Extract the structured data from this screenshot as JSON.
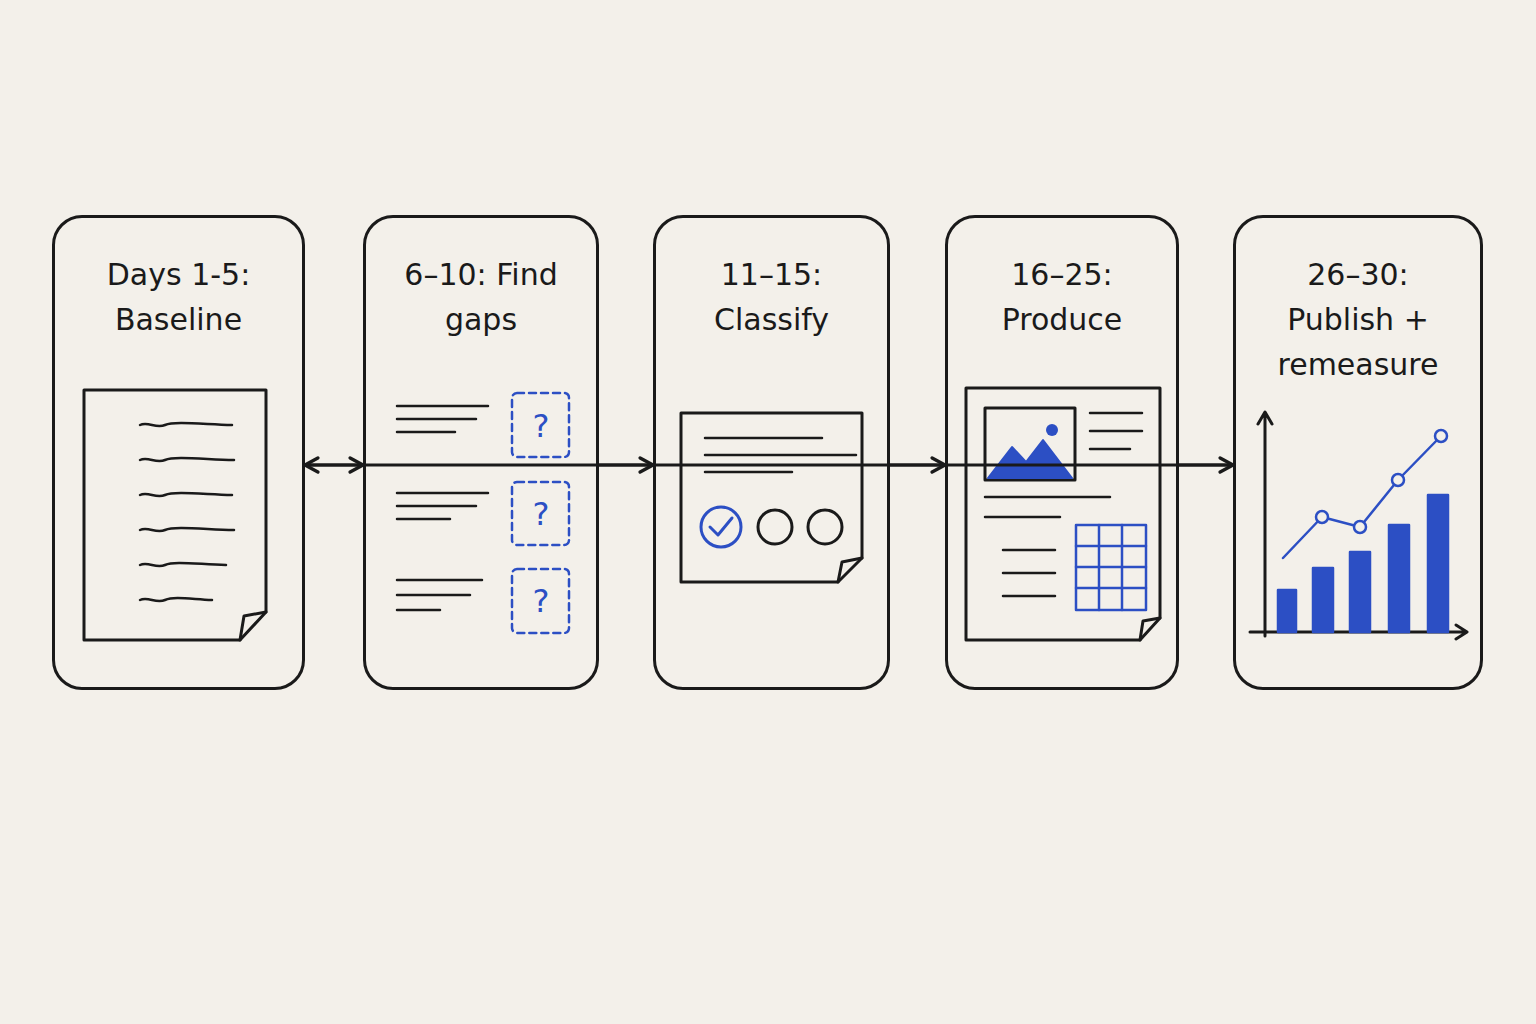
{
  "diagram": {
    "nodes": [
      {
        "text": [
          "Days 1-5: Baseline"
        ]
      },
      {
        "text": [
          "6–10: Find gaps"
        ]
      },
      {
        "text": [
          "11–15: Classify"
        ]
      },
      {
        "text": [
          "16–25: Produce"
        ]
      },
      {
        "text": [
          "26–30: Publish + remeasure"
        ]
      }
    ],
    "edges": [
      {
        "from": 0,
        "to": 1,
        "arrow": "to"
      },
      {
        "from": 1,
        "to": 2,
        "arrow": "to"
      },
      {
        "from": 2,
        "to": 3,
        "arrow": "to"
      },
      {
        "from": 3,
        "to": 4,
        "arrow": "to"
      },
      {
        "from": 4,
        "to": 0,
        "arrow": "to"
      }
    ],
    "labels": [
      "?",
      "?",
      "?"
    ]
  }
}
